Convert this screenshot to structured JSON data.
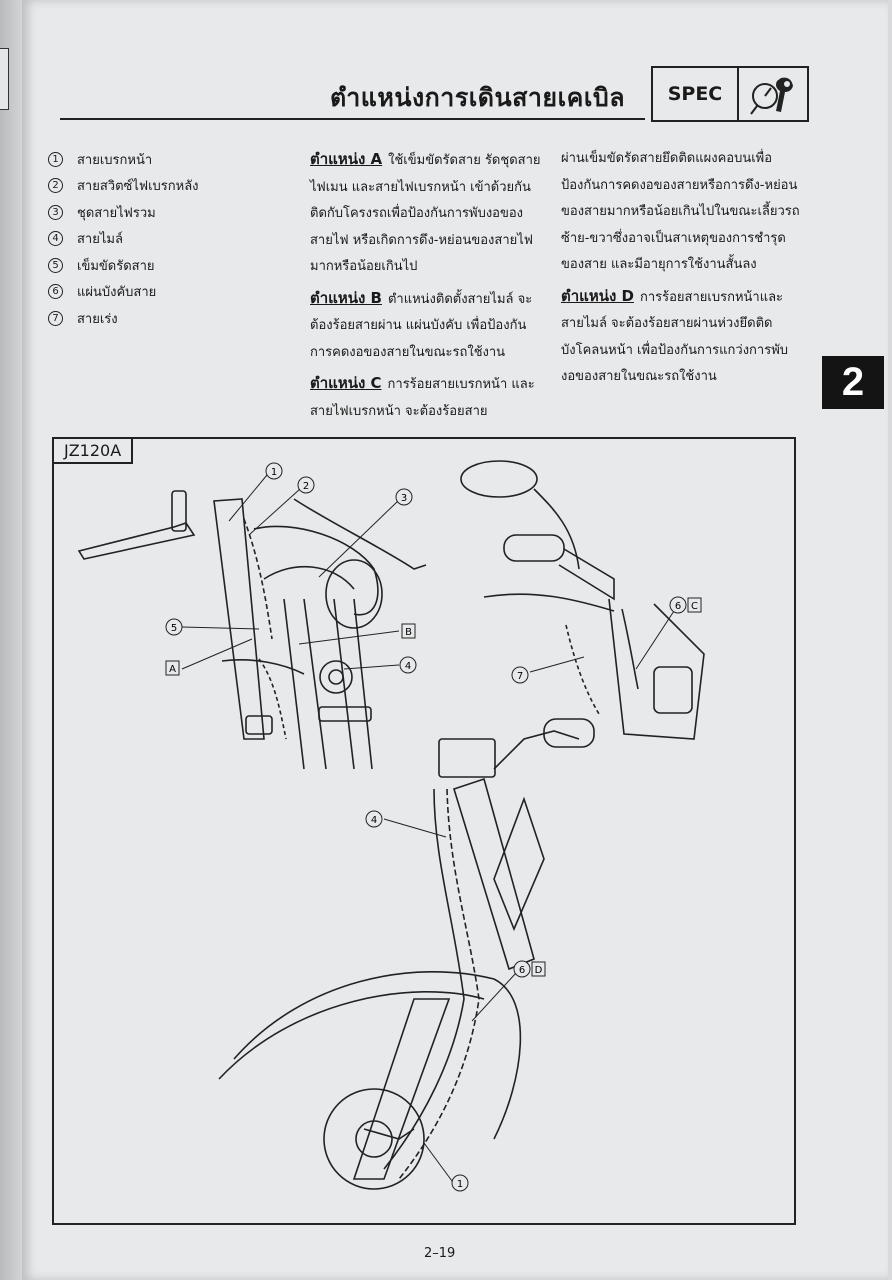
{
  "header": {
    "title": "ตำแหน่งการเดินสายเคเบิล",
    "spec_label": "SPEC",
    "spec_icon": "gauge-wrench-icon"
  },
  "legend": [
    {
      "n": "1",
      "text": "สายเบรกหน้า"
    },
    {
      "n": "2",
      "text": "สายสวิตซ์ไฟเบรกหลัง"
    },
    {
      "n": "3",
      "text": "ชุดสายไฟรวม"
    },
    {
      "n": "4",
      "text": "สายไมล์"
    },
    {
      "n": "5",
      "text": "เข็มขัดรัดสาย"
    },
    {
      "n": "6",
      "text": "แผ่นบังคับสาย"
    },
    {
      "n": "7",
      "text": "สายเร่ง"
    }
  ],
  "positions": {
    "a": {
      "head": "ตำแหน่ง A",
      "text": "ใช้เข็มขัดรัดสาย รัดชุดสายไฟเมน และสายไฟเบรกหน้า เข้าด้วยกันติดกับโครงรถเพื่อป้องกันการพับงอของสายไฟ หรือเกิดการดึง-หย่อนของสายไฟมากหรือน้อยเกินไป"
    },
    "b": {
      "head": "ตำแหน่ง B",
      "text": "ตำแหน่งติดตั้งสายไมล์ จะต้องร้อยสายผ่าน แผ่นบังคับ เพื่อป้องกันการคดงอของสายในขณะรถใช้งาน"
    },
    "c_part1": {
      "head": "ตำแหน่ง C",
      "text": "การร้อยสายเบรกหน้า และสายไฟเบรกหน้า จะต้องร้อยสาย"
    },
    "c_part2": {
      "text": "ผ่านเข็มขัดรัดสายยึดติดแผงคอบนเพื่อป้องกันการคดงอของสายหรือการดึง-หย่อน ของสายมากหรือน้อยเกินไปในขณะเลี้ยวรถซ้าย-ขวาซึ่งอาจเป็นสาเหตุของการชำรุดของสาย และมีอายุการใช้งานสั้นลง"
    },
    "d": {
      "head": "ตำแหน่ง D",
      "text": "การร้อยสายเบรกหน้าและสายไมล์ จะต้องร้อยสายผ่านห่วงยึดติดบังโคลนหน้า เพื่อป้องกันการแกว่งการพับงอของสายในขณะรถใช้งาน"
    }
  },
  "chapter_tab": "2",
  "figure": {
    "model": "JZ120A",
    "callouts": {
      "c1": "1",
      "c2": "2",
      "c3": "3",
      "c4": "4",
      "c5": "5",
      "c7": "7",
      "c4b": "4",
      "c1b": "1",
      "boxA": "A",
      "boxB": "B",
      "c6C_n": "6",
      "c6C_l": "C",
      "c6D_n": "6",
      "c6D_l": "D"
    }
  },
  "page_number": "2–19"
}
